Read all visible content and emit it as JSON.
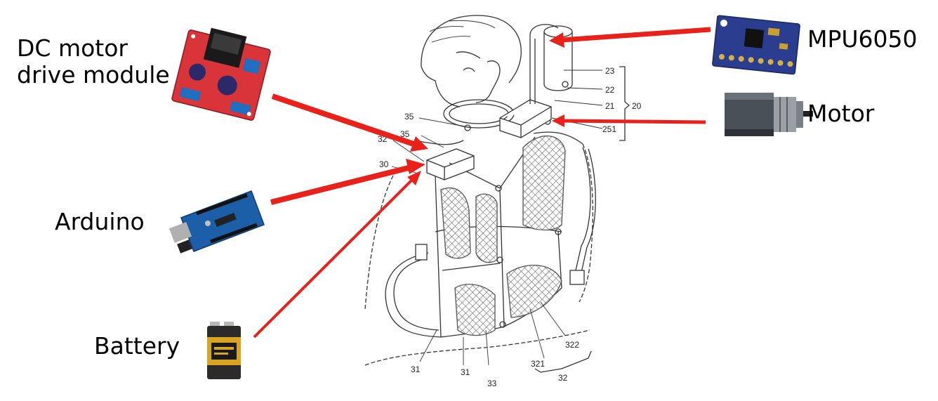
{
  "labels": {
    "dc_driver": [
      "DC motor",
      "drive module"
    ],
    "arduino": "Arduino",
    "battery": "Battery",
    "mpu": "MPU6050",
    "motor": "Motor"
  },
  "patent_numbers": {
    "n23": "23",
    "n22": "22",
    "n21": "21",
    "n20": "20",
    "n251": "251",
    "n35a": "35",
    "n35b": "35",
    "n32a": "32",
    "n30": "30",
    "n31a": "31",
    "n31b": "31",
    "n33": "33",
    "n321": "321",
    "n322": "322",
    "n32b": "32"
  },
  "colors": {
    "arrow": "#e8221b",
    "line_art": "#333333",
    "driver_board": "#d8343a",
    "arduino_board": "#1c5fa8",
    "mpu_board": "#2a3d8f",
    "motor_body": "#4a5058",
    "battery_body": "#2b2b2b",
    "battery_band": "#d9a521"
  }
}
